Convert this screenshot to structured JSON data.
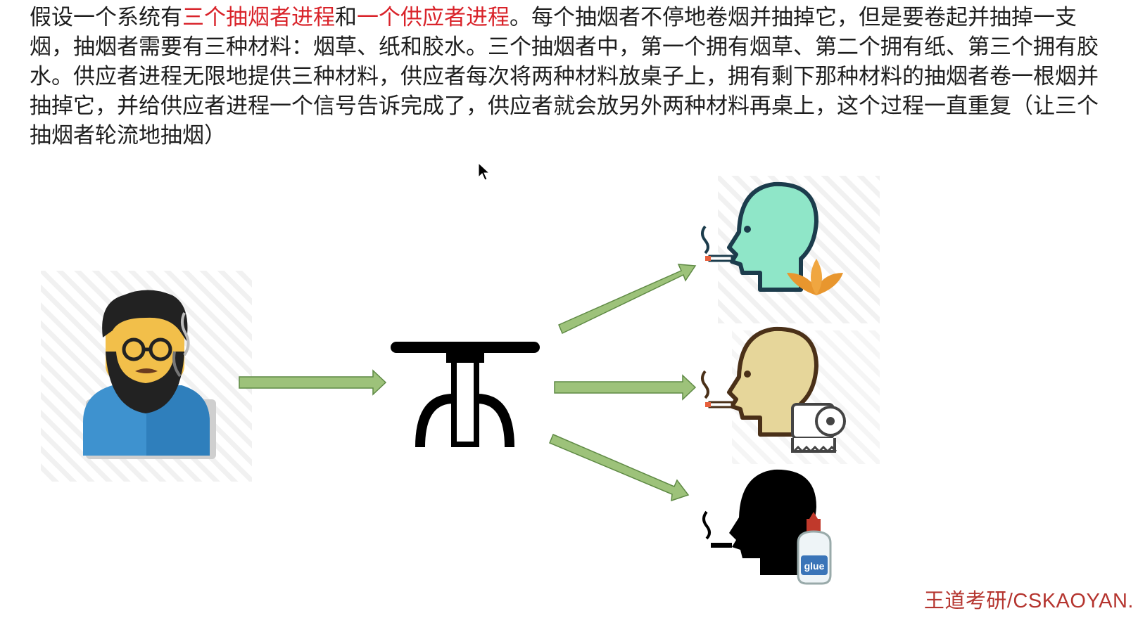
{
  "description": {
    "part1": "假设一个系统有",
    "highlight1": "三个抽烟者进程",
    "part2": "和",
    "highlight2": "一个供应者进程",
    "part3": "。每个抽烟者不停地卷烟并抽掉它，但是要卷起并抽掉一支烟，抽烟者需要有三种材料：烟草、纸和胶水。三个抽烟者中，第一个拥有烟草、第二个拥有纸、第三个拥有胶水。供应者进程无限地提供三种材料，供应者每次将两种材料放桌子上，拥有剩下那种材料的抽烟者卷一根烟并抽掉它，并给供应者进程一个信号告诉完成了，供应者就会放另外两种材料再桌上，这个过程一直重复（让三个抽烟者轮流地抽烟）"
  },
  "glue_label": "glue",
  "watermark": "王道考研/CSKAOYAN.",
  "colors": {
    "highlight": "#d9232a",
    "arrow_fill": "#9dc27a",
    "arrow_stroke": "#5f8a45",
    "smoker_tobacco_head": "#8fe6c8",
    "smoker_paper_head": "#e6d69a",
    "smoker_glue_head": "#000000",
    "supplier_shirt": "#3e92cf",
    "supplier_skin": "#f2bf4a",
    "leaf": "#e8962e",
    "watermark": "#b5352f"
  }
}
